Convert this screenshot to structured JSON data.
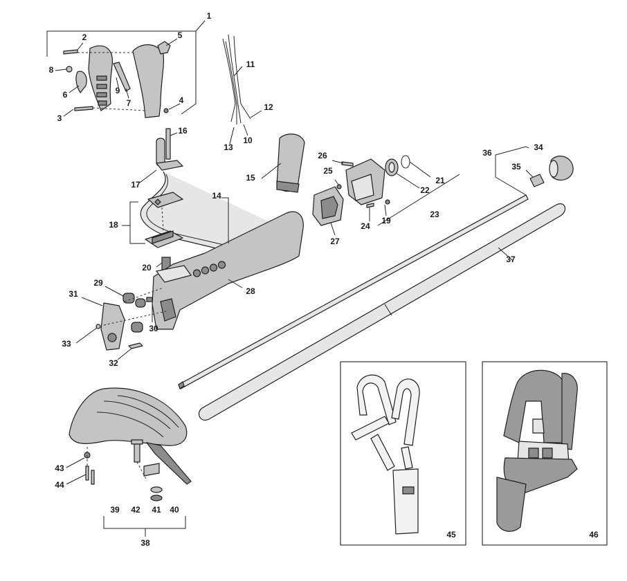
{
  "labels": [
    "1",
    "2",
    "3",
    "4",
    "5",
    "6",
    "7",
    "8",
    "9",
    "10",
    "11",
    "12",
    "13",
    "14",
    "15",
    "16",
    "17",
    "18",
    "19",
    "20",
    "21",
    "22",
    "23",
    "24",
    "25",
    "26",
    "27",
    "28",
    "29",
    "30",
    "31",
    "32",
    "33",
    "34",
    "35",
    "36",
    "37",
    "38",
    "39",
    "40",
    "41",
    "42",
    "43",
    "44",
    "45",
    "46"
  ],
  "icons": [
    "trimmer-exploded-diagram",
    "single-shoulder-harness",
    "double-shoulder-harness"
  ]
}
